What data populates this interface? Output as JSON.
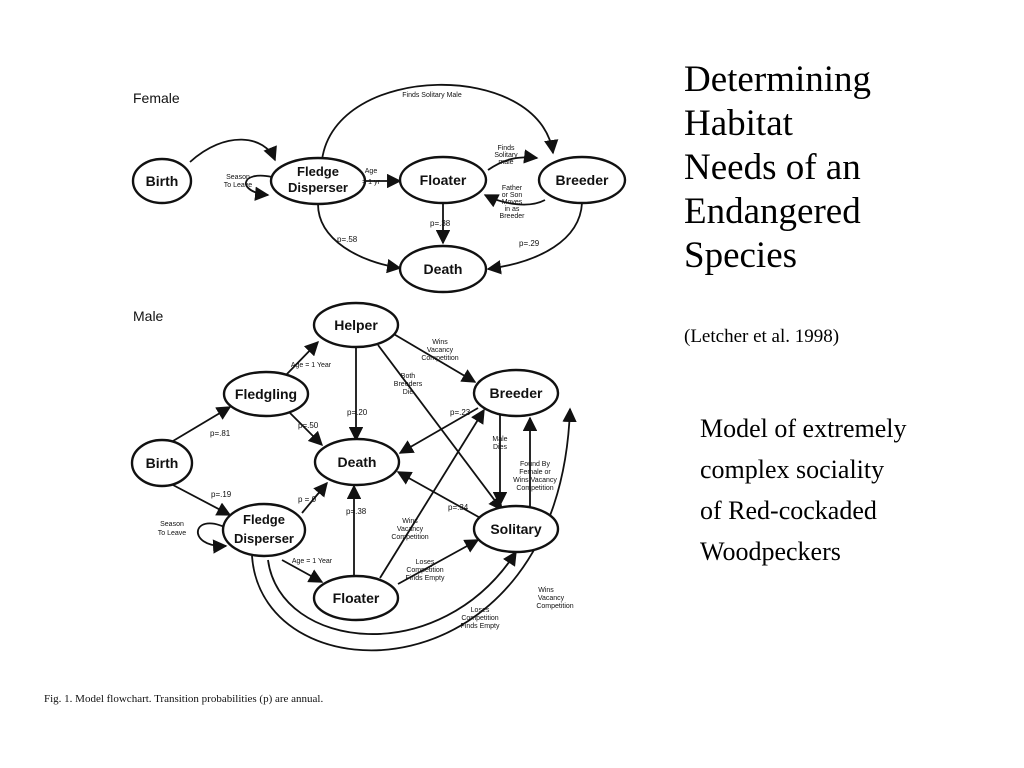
{
  "title_lines": [
    "Determining",
    "Habitat",
    "Needs of an",
    "Endangered",
    "Species"
  ],
  "citation": "(Letcher et al. 1998)",
  "description_lines": [
    "Model of extremely",
    "complex sociality",
    "of Red-cockaded",
    "Woodpeckers"
  ],
  "caption": "Fig. 1.  Model flowchart. Transition probabilities (p) are annual.",
  "female": {
    "section_label": "Female",
    "nodes": {
      "birth": "Birth",
      "fledge_line1": "Fledge",
      "fledge_line2": "Disperser",
      "floater": "Floater",
      "breeder": "Breeder",
      "death": "Death"
    },
    "edge_labels": {
      "season_line1": "Season",
      "season_line2": "To Leave",
      "age_line1": "Age",
      "age_line2": "= 1 yr",
      "finds_solitary_male_top": "Finds Solitary Male",
      "finds_line1": "Finds",
      "finds_line2": "Solitary",
      "finds_line3": "male",
      "father_line1": "Father",
      "father_line2": "or Son",
      "father_line3": "Moves",
      "father_line4": "in as",
      "father_line5": "Breeder",
      "p_floater_death": "p=.38",
      "p_fledge_death": "p=.58",
      "p_breeder_death": "p=.29"
    }
  },
  "male": {
    "section_label": "Male",
    "nodes": {
      "helper": "Helper",
      "fledgling": "Fledgling",
      "birth": "Birth",
      "death": "Death",
      "fledge_line1": "Fledge",
      "fledge_line2": "Disperser",
      "floater": "Floater",
      "breeder": "Breeder",
      "solitary": "Solitary"
    },
    "edge_labels": {
      "age_helper": "Age = 1 Year",
      "age_floater": "Age = 1 Year",
      "wins_vacancy_line1": "Wins",
      "wins_vacancy_line2": "Vacancy",
      "wins_vacancy_line3": "Competition",
      "both_breeders_line1": "Both",
      "both_breeders_line2": "Breeders",
      "both_breeders_line3": "Die",
      "p81": "p=.81",
      "p19": "p=.19",
      "p50": "p=.50",
      "p20": "p=.20",
      "p23": "p=.23",
      "p0": "p = 0",
      "p38": "p=.38",
      "p34": "p=.34",
      "season_line1": "Season",
      "season_line2": "To Leave",
      "male_dies_line1": "Male",
      "male_dies_line2": "Dies",
      "found_line1": "Found By",
      "found_line2": "Female or",
      "found_line3": "Wins Vacancy",
      "found_line4": "Competition",
      "floater_wins_line1": "Wins",
      "floater_wins_line2": "Vacancy",
      "floater_wins_line3": "Competition",
      "loses_line1": "Loses",
      "loses_line2": "Competition",
      "loses_line3": "Finds Empty",
      "bottom_loses_line1": "Loses",
      "bottom_loses_line2": "Competition",
      "bottom_loses_line3": "Finds Empty",
      "right_wins_line1": "Wins",
      "right_wins_line2": "Vacancy",
      "right_wins_line3": "Competition"
    }
  }
}
